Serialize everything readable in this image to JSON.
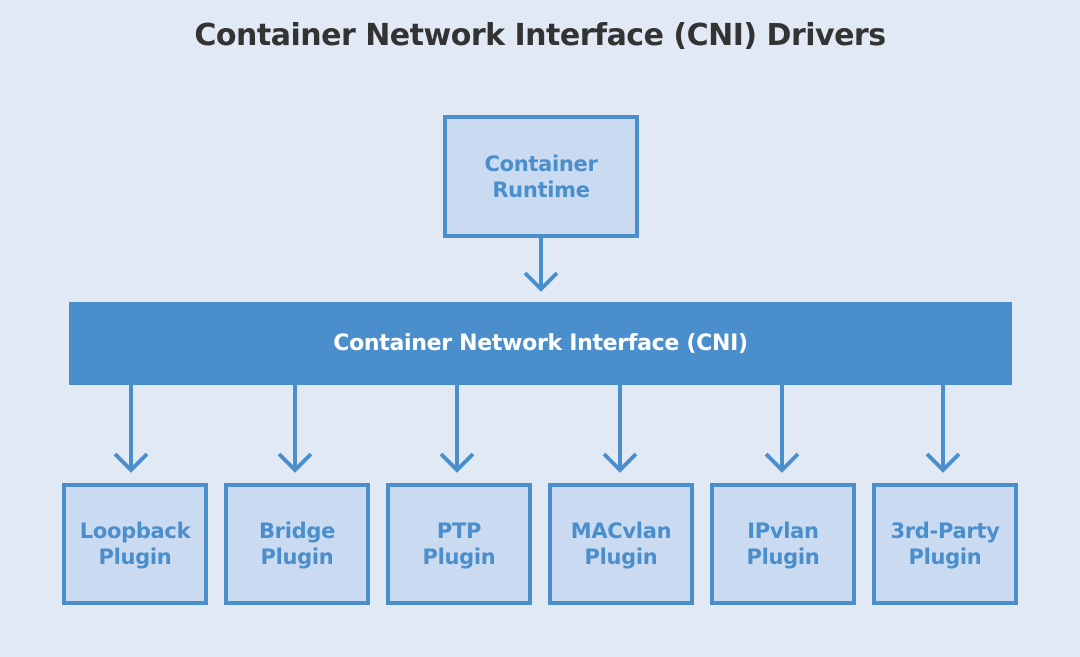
{
  "title": "Container Network Interface (CNI) Drivers",
  "runtime": {
    "label": "Container\nRuntime"
  },
  "cni": {
    "label": "Container Network Interface (CNI)"
  },
  "plugins": [
    {
      "label": "Loopback\nPlugin"
    },
    {
      "label": "Bridge\nPlugin"
    },
    {
      "label": "PTP\nPlugin"
    },
    {
      "label": "MACvlan\nPlugin"
    },
    {
      "label": "IPvlan\nPlugin"
    },
    {
      "label": "3rd-Party\nPlugin"
    }
  ],
  "colors": {
    "background": "#e1e9f4",
    "accent": "#4a8fcc",
    "box_fill": "#c9daf1",
    "title_text": "#333333"
  }
}
